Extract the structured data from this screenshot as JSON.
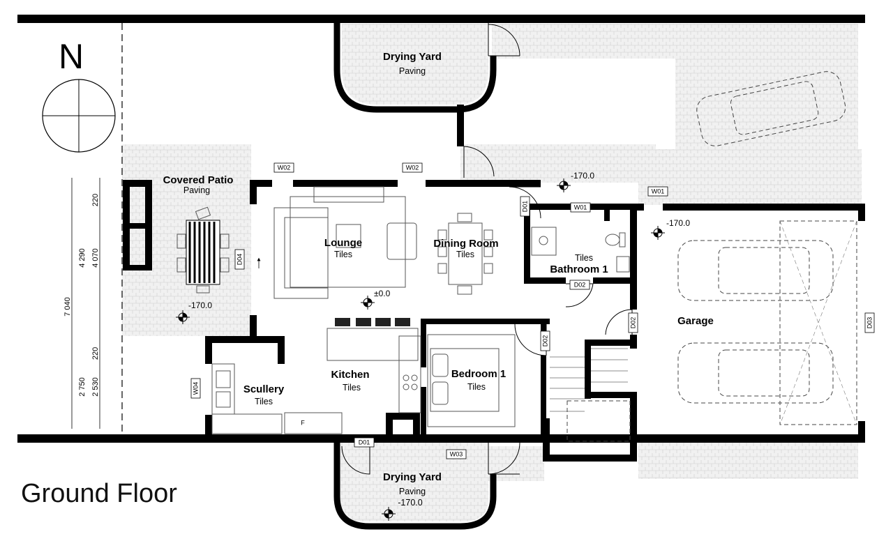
{
  "drawing": {
    "title": "Ground Floor",
    "north_label": "N"
  },
  "rooms": {
    "drying_yard_top": {
      "name": "Drying Yard",
      "finish": "Paving"
    },
    "covered_patio": {
      "name": "Covered Patio",
      "finish": "Paving"
    },
    "lounge": {
      "name": "Lounge",
      "finish": "Tiles"
    },
    "dining_room": {
      "name": "Dining Room",
      "finish": "Tiles"
    },
    "bathroom_1": {
      "name": "Bathroom 1",
      "finish": "Tiles"
    },
    "garage": {
      "name": "Garage"
    },
    "kitchen": {
      "name": "Kitchen",
      "finish": "Tiles"
    },
    "scullery": {
      "name": "Scullery",
      "finish": "Tiles"
    },
    "bedroom_1": {
      "name": "Bedroom 1",
      "finish": "Tiles"
    },
    "drying_yard_bottom": {
      "name": "Drying Yard",
      "finish": "Paving",
      "level": "-170.0"
    }
  },
  "tags": {
    "w02_left": "W02",
    "w02_right": "W02",
    "w01_bath": "W01",
    "w01_garage": "W01",
    "w03": "W03",
    "w04": "W04",
    "d01_dining": "D01",
    "d01_kitchen": "D01",
    "d02_bath": "D02",
    "d02_garage": "D02",
    "d02_bedroom": "D02",
    "d03": "D03",
    "d04": "D04",
    "fridge": "F"
  },
  "levels": {
    "patio": "-170.0",
    "passage": "-170.0",
    "garage": "-170.0",
    "lounge": "±0.0"
  },
  "dimensions": {
    "overall": "7 040",
    "mid_outer": "4 290",
    "mid_inner": "4 070",
    "top_outer": "220",
    "top_inner": "220",
    "bottom_outer": "2 750",
    "bottom_inner": "2 530"
  }
}
